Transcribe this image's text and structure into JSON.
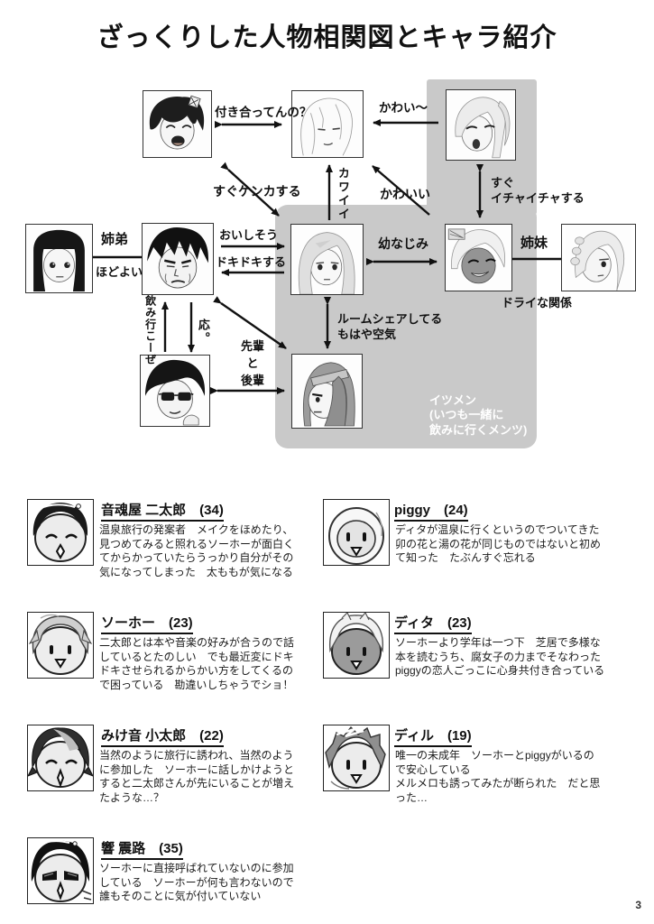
{
  "title": "ざっくりした人物相関図とキャラ紹介",
  "page_number": "3",
  "diagram": {
    "relations": {
      "dating": "付き合ってんの？",
      "kawaii_arrow": "かわい〜",
      "quick_fight": "すぐケンカする",
      "kawaii_vertical": "カワイイ",
      "kawaii_diagonal": "かわいい",
      "flirt_line1": "すぐ",
      "flirt_line2": "イチャイチャする",
      "sibling_bro_sis": "姉弟",
      "hodoyoi": "ほどよい",
      "oishisou": "おいしそう",
      "dokidoki": "ドキドキする",
      "childhood_friends": "幼なじみ",
      "sisters": "姉妹",
      "dry_relation": "ドライな関係",
      "lets_drink": "飲み行こーぜ",
      "reply_ou": "応。",
      "senpai": "先輩",
      "to": "と",
      "kouhai": "後輩",
      "roomshare_line1": "ルームシェアしてる",
      "roomshare_line2": "もはや空気",
      "itsumen_line1": "イツメン",
      "itsumen_line2": "(いつも一緒に",
      "itsumen_line3": "飲みに行くメンツ)"
    }
  },
  "bios": [
    {
      "heading": "音魂屋 二太郎　(34)",
      "text": "温泉旅行の発案者　メイクをほめたり、\n見つめてみると照れるソーホーが面白く\nてからかっていたらうっかり自分がその\n気になってしまった　太ももが気になる"
    },
    {
      "heading": "piggy　(24)",
      "text": "ディタが温泉に行くというのでついてきた\n卯の花と湯の花が同じものではないと初め\nて知った　たぶんすぐ忘れる"
    },
    {
      "heading": "ソーホー　(23)",
      "text": "二太郎とは本や音楽の好みが合うので話\nしているとたのしい　でも最近変にドキ\nドキさせられるからかい方をしてくるの\nで困っている　勘違いしちゃうでショ！"
    },
    {
      "heading": "ディタ　(23)",
      "text": "ソーホーより学年は一つ下　芝居で多様な\n本を読むうち、腐女子の力までそなわった\npiggyの恋人ごっこに心身共付き合っている"
    },
    {
      "heading": "みけ音 小太郎　(22)",
      "text": "当然のように旅行に誘われ、当然のよう\nに参加した　ソーホーに話しかけようと\nすると二太郎さんが先にいることが増え\nたような…？"
    },
    {
      "heading": "ディル　(19)",
      "text": "唯一の未成年　ソーホーとpiggyがいるの\nで安心している\nメルメロも誘ってみたが断られた　だと思\nった…"
    },
    {
      "heading": "響 震路　(35)",
      "text": "ソーホーに直接呼ばれていないのに参加\nしている　ソーホーが何も言わないので\n誰もそのことに気が付いていない"
    }
  ]
}
